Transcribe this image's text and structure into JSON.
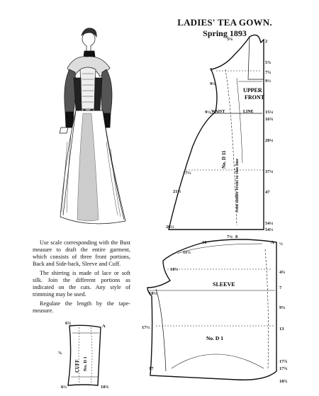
{
  "header": {
    "title": "LADIES' TEA GOWN.",
    "subtitle": "Spring 1893"
  },
  "instructions": [
    "Use scale corresponding with the Bust measure to draft the entire garment, which consists of three front portions, Back and Side-back, Sleeve and Cuff.",
    "The shirring is made of lace or soft silk. Join the different portions as indicated on the cuts. Any style of trimming may be used.",
    "Regulate the length by the tape-measure."
  ],
  "front_piece": {
    "labels": [
      "UPPER",
      "FRONT"
    ],
    "part_no": "No. D 11",
    "waist_label": "WAIST",
    "line_label": "LINE",
    "fold_note": "Join under front to this line",
    "marks_left": [
      "5⅝",
      "9",
      "9½",
      "9½",
      "17½",
      "21½",
      "26½"
    ],
    "marks_right": [
      "2",
      "5⅞",
      "7¾",
      "9½",
      "15¼",
      "16¾",
      "20¼",
      "37¼",
      "47",
      "54¼",
      "54½"
    ]
  },
  "sleeve_piece": {
    "label": "SLEEVE",
    "part_no": "No. D 1",
    "marks_top": [
      "7¼",
      "8",
      "10",
      "A"
    ],
    "marks_left": [
      "11½",
      "18½",
      "18½",
      "17½",
      "17"
    ],
    "marks_right": [
      "½",
      "4¾",
      "7",
      "9⅞",
      "13",
      "17¾",
      "17¾",
      "18¾"
    ]
  },
  "cuff_piece": {
    "label": "CUFF",
    "part_no": "No. D 1",
    "marks": [
      "6¾",
      "A",
      "⅞",
      "6½",
      "10¾"
    ]
  },
  "colors": {
    "ink": "#111111",
    "paper": "#ffffff"
  }
}
